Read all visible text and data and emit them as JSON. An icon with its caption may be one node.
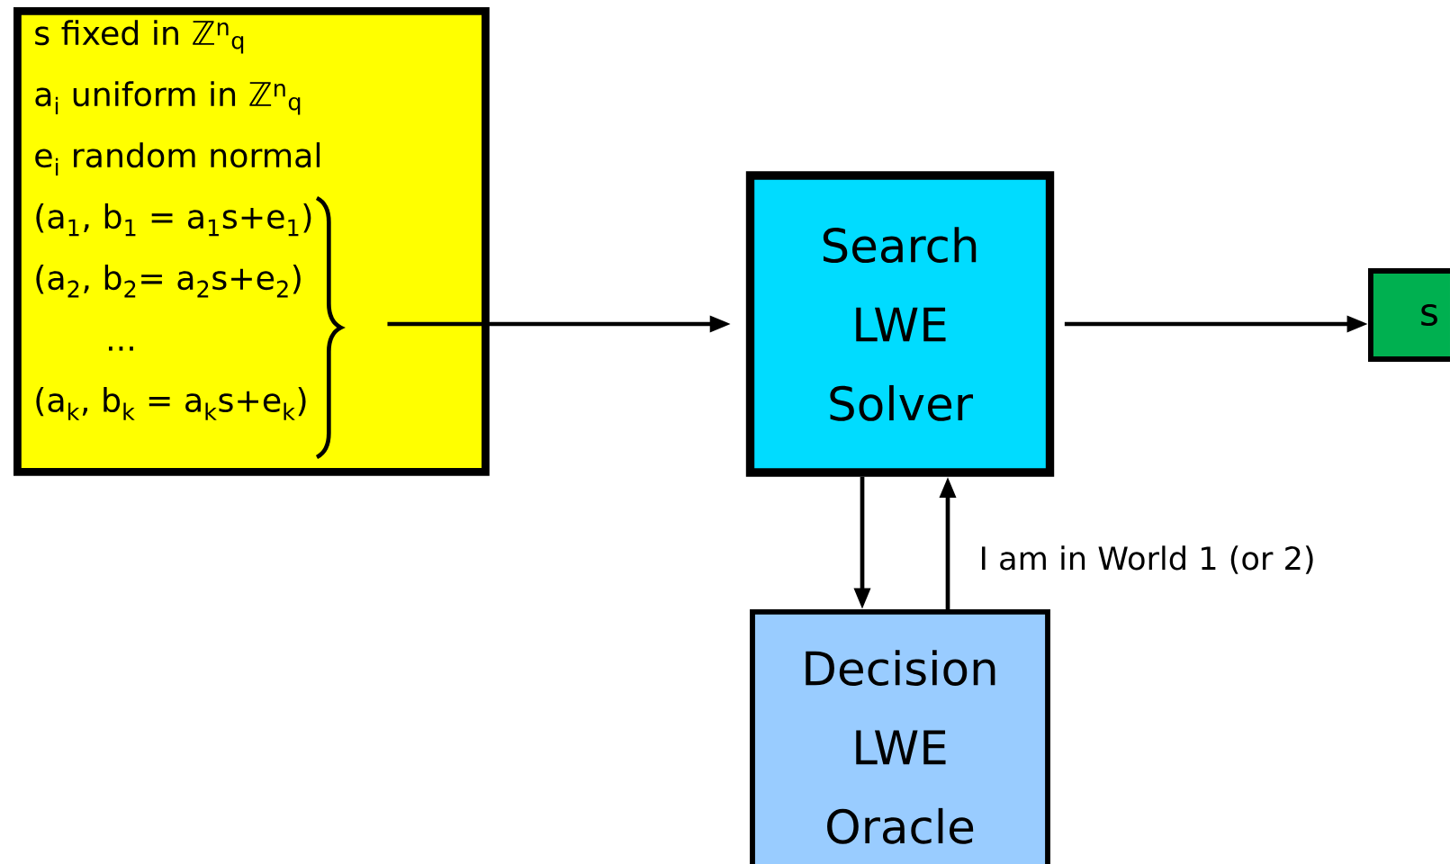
{
  "diagram": {
    "nodes": [
      {
        "text": [
          "s fixed in ℤ$^{n}$$_{q}$",
          "a$_{i}$ uniform in ℤ$^{n}$$_{q}$",
          "e$_{i}$ random normal",
          "(a$_{1}$, b$_{1}$ = a$_{1}$s+e$_{1}$)",
          "(a$_{2}$, b$_{2}$= a$_{2}$s+e$_{2}$)",
          "...",
          "(a$_{k}$, b$_{k}$ = a$_{k}$s+e$_{k}$)"
        ]
      },
      {
        "text": [
          "Search LWE Solver"
        ]
      },
      {
        "text": [
          "Decision LWE Oracle"
        ]
      },
      {
        "text": [
          "s"
        ]
      }
    ],
    "edges": [
      {
        "from": 0,
        "to": 1,
        "arrow": "to"
      },
      {
        "from": 1,
        "to": 3,
        "arrow": "to"
      },
      {
        "from": 1,
        "to": 2,
        "arrow": "to"
      },
      {
        "from": 2,
        "to": 1,
        "arrow": "to",
        "label": "I am in World 1 (or 2)"
      }
    ]
  }
}
